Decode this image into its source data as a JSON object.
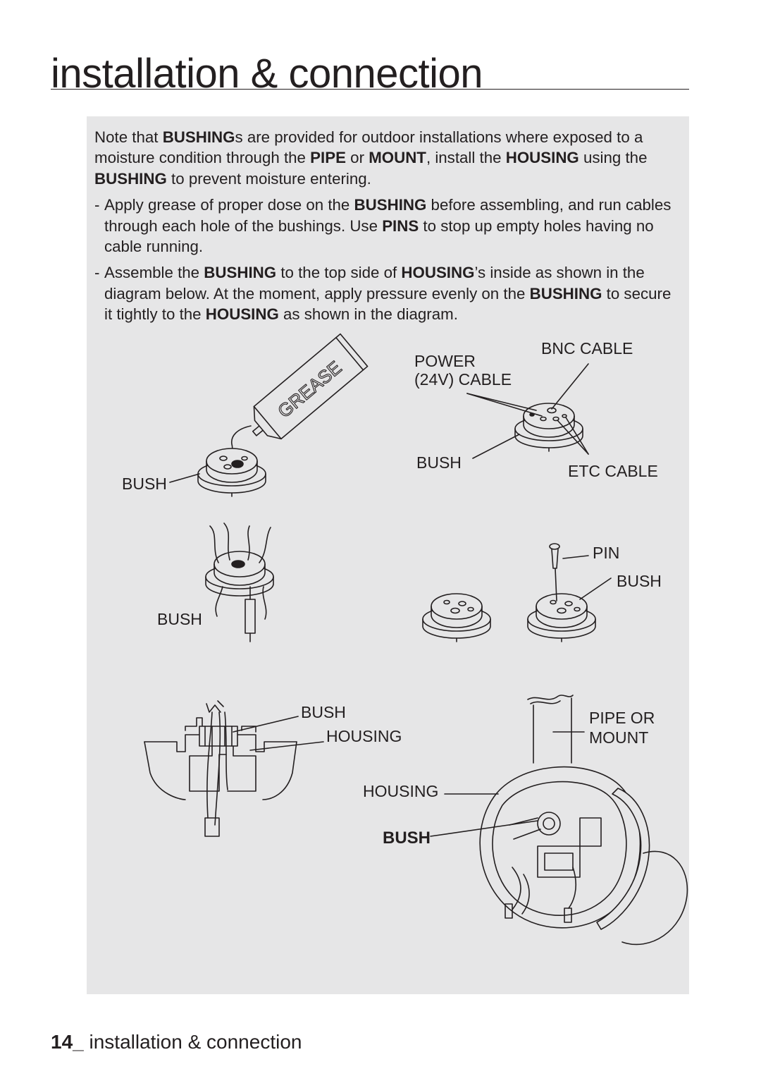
{
  "page": {
    "title": "installation & connection",
    "footer_number": "14_",
    "footer_text": " installation & connection"
  },
  "note": {
    "intro": [
      {
        "t": "Note that ",
        "b": false
      },
      {
        "t": "BUSHING",
        "b": true
      },
      {
        "t": "s are provided for outdoor installations where exposed to a moisture condition through the ",
        "b": false
      },
      {
        "t": "PIPE",
        "b": true
      },
      {
        "t": " or ",
        "b": false
      },
      {
        "t": "MOUNT",
        "b": true
      },
      {
        "t": ", install the ",
        "b": false
      },
      {
        "t": "HOUSING",
        "b": true
      },
      {
        "t": " using the ",
        "b": false
      },
      {
        "t": "BUSHING",
        "b": true
      },
      {
        "t": " to prevent moisture entering.",
        "b": false
      }
    ],
    "items": [
      [
        {
          "t": "Apply grease of proper dose on the ",
          "b": false
        },
        {
          "t": "BUSHING",
          "b": true
        },
        {
          "t": " before assembling, and run cables through each hole of the bushings. Use ",
          "b": false
        },
        {
          "t": "PINS",
          "b": true
        },
        {
          "t": " to stop up empty holes having no cable running.",
          "b": false
        }
      ],
      [
        {
          "t": "Assemble the ",
          "b": false
        },
        {
          "t": "BUSHING",
          "b": true
        },
        {
          "t": " to the top side of ",
          "b": false
        },
        {
          "t": "HOUSING",
          "b": true
        },
        {
          "t": "’s inside as shown in the diagram below. At the moment, apply pressure evenly on the ",
          "b": false
        },
        {
          "t": "BUSHING",
          "b": true
        },
        {
          "t": " to secure it tightly to the ",
          "b": false
        },
        {
          "t": "HOUSING",
          "b": true
        },
        {
          "t": " as shown in the diagram.",
          "b": false
        }
      ]
    ]
  },
  "diagram": {
    "grease_label": "GREASE",
    "bush_1": "BUSH",
    "power_line1": "POWER",
    "power_line2": "(24V) CABLE",
    "bnc_cable": "BNC CABLE",
    "bush_2": "BUSH",
    "etc_cable": "ETC CABLE",
    "pin": "PIN",
    "bush_3": "BUSH",
    "bush_4": "BUSH",
    "bush_5": "BUSH",
    "housing_1": "HOUSING",
    "pipe_line1": "PIPE OR",
    "pipe_line2": "MOUNT",
    "housing_2": "HOUSING",
    "bush_6": "BUSH"
  },
  "colors": {
    "panel": "#e6e6e7",
    "ink": "#231f20"
  }
}
